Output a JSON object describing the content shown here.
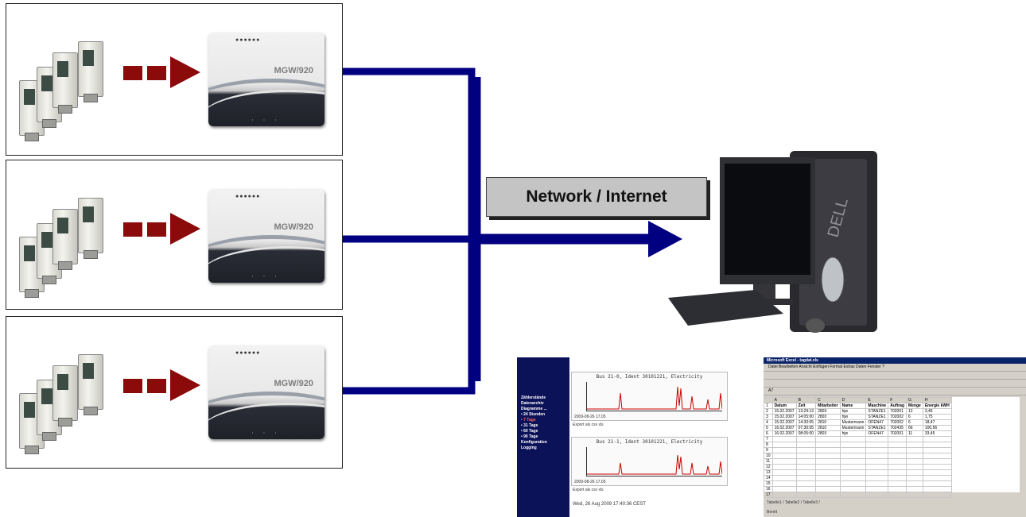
{
  "gateways": [
    {
      "model": "MGW/920"
    },
    {
      "model": "MGW/920"
    },
    {
      "model": "MGW/920"
    }
  ],
  "network_label": "Network / Internet",
  "colors": {
    "link": "#000080",
    "arrow": "#8b0a0a"
  },
  "web": {
    "menu": [
      "Zählerstände",
      "Datenarchiv",
      "Diagramme ...",
      "• 24 Stunden",
      "• 7 Tage",
      "• 31 Tage",
      "• 60 Tage",
      "• 90 Tage",
      "Konfiguration",
      "Logging"
    ],
    "plot1_title": "Bus 21-0, Ident 30101221, Electricity",
    "plot2_title": "Bus 21-1, Ident 30101221, Electricity",
    "plot_date": "2009-08-26 17.05",
    "export": "Export als csv xls",
    "footer": "Wed, 26 Aug 2009 17:40:36 CEST"
  },
  "excel": {
    "title": "Microsoft Excel - tagdat.xls",
    "menu": "Datei  Bearbeiten  Ansicht  Einfügen  Format  Extras  Daten  Fenster  ?",
    "cell": "A7",
    "headers": [
      "Datum",
      "Zeit",
      "Mitarbeiter",
      "Name",
      "Maschine",
      "Auftrag",
      "Menge",
      "Energie kWH"
    ],
    "rows": [
      [
        "15.02.2007",
        "13:29:13",
        "2803",
        "hjw",
        "STANZE1",
        "702001",
        "12",
        "3,45"
      ],
      [
        "15.02.2007",
        "14:05:00",
        "2803",
        "hjw",
        "STANZE1",
        "702002",
        "6",
        "1,75"
      ],
      [
        "15.02.2007",
        "14:30:05",
        "2810",
        "Mustermann",
        "OFEN47",
        "702002",
        "6",
        "18,47"
      ],
      [
        "16.02.2007",
        "07:30:05",
        "2810",
        "Mustermann",
        "STANZE1",
        "702435",
        "66",
        "100,56"
      ],
      [
        "16.02.2007",
        "08:05:00",
        "2803",
        "hjw",
        "OFEN47",
        "702001",
        "11",
        "33,45"
      ]
    ],
    "tabs": "Tabelle1 / Tabelle2 / Tabelle3 /",
    "status": "Bereit"
  }
}
